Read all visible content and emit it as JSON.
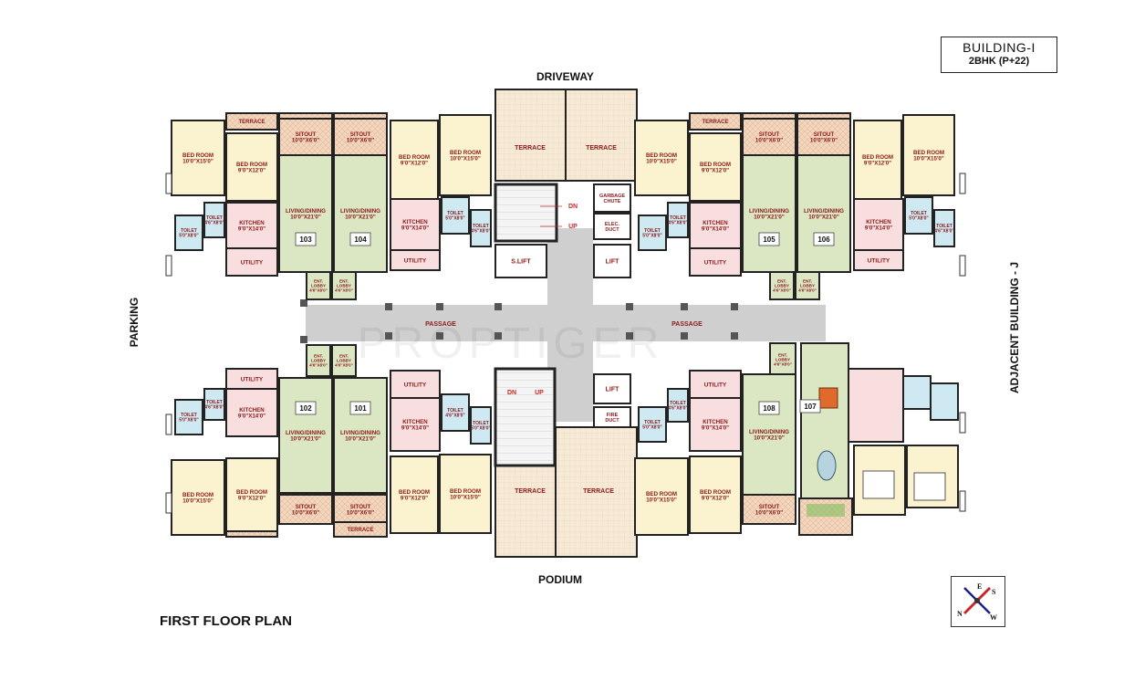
{
  "header": {
    "building": "BUILDING-I",
    "config": "2BHK (P+22)"
  },
  "plan_title": "FIRST FLOOR PLAN",
  "edges": {
    "top": "DRIVEWAY",
    "bottom": "PODIUM",
    "left": "PARKING",
    "right": "ADJACENT BUILDING - J"
  },
  "watermark": "PROPTIGER",
  "compass": {
    "n": "N",
    "e": "E",
    "s": "S",
    "w": "W"
  },
  "colors": {
    "bedroom": "#fbf3cf",
    "living": "#dbe6c3",
    "kitchen": "#f8dede",
    "toilet": "#cfe9f3",
    "terrace": "#f2d7c0",
    "passage": "#cfcfcf",
    "wall": "#222222"
  },
  "rooms": [
    {
      "lines": [
        "TERRACE"
      ],
      "type": "terrace"
    },
    {
      "lines": [
        "SITOUT",
        "10'0\"X6'0\""
      ],
      "type": "terrace"
    },
    {
      "lines": [
        "BED ROOM",
        "10'0\"X15'0\""
      ],
      "type": "bedroom"
    },
    {
      "lines": [
        "BED ROOM",
        "9'0\"X12'0\""
      ],
      "type": "bedroom"
    },
    {
      "lines": [
        "LIVING/DINING",
        "10'0\"X21'0\""
      ],
      "type": "living"
    },
    {
      "lines": [
        "KITCHEN",
        "9'0\"X14'0\""
      ],
      "type": "kitchen"
    },
    {
      "lines": [
        "TOILET",
        "5'0\"X8'0\""
      ],
      "type": "toilet"
    },
    {
      "lines": [
        "TOILET",
        "4'6\"X8'0\""
      ],
      "type": "toilet"
    },
    {
      "lines": [
        "UTILITY"
      ],
      "type": "kitchen"
    },
    {
      "lines": [
        "ENT.",
        "LOBBY",
        "4'6\"X8'0\""
      ],
      "type": "living"
    },
    {
      "lines": [
        "GARBAGE",
        "CHUTE"
      ],
      "type": "core"
    },
    {
      "lines": [
        "ELEC.",
        "DUCT"
      ],
      "type": "core"
    },
    {
      "lines": [
        "FIRE",
        "DUCT"
      ],
      "type": "core"
    },
    {
      "lines": [
        "S.LIFT"
      ],
      "type": "core"
    },
    {
      "lines": [
        "LIFT"
      ],
      "type": "core"
    },
    {
      "lines": [
        "PASSAGE"
      ],
      "type": "passage"
    },
    {
      "lines": [
        "DN"
      ],
      "type": "stair"
    },
    {
      "lines": [
        "UP"
      ],
      "type": "stair"
    }
  ],
  "flats": [
    "101",
    "102",
    "103",
    "104",
    "105",
    "106",
    "107",
    "108"
  ]
}
